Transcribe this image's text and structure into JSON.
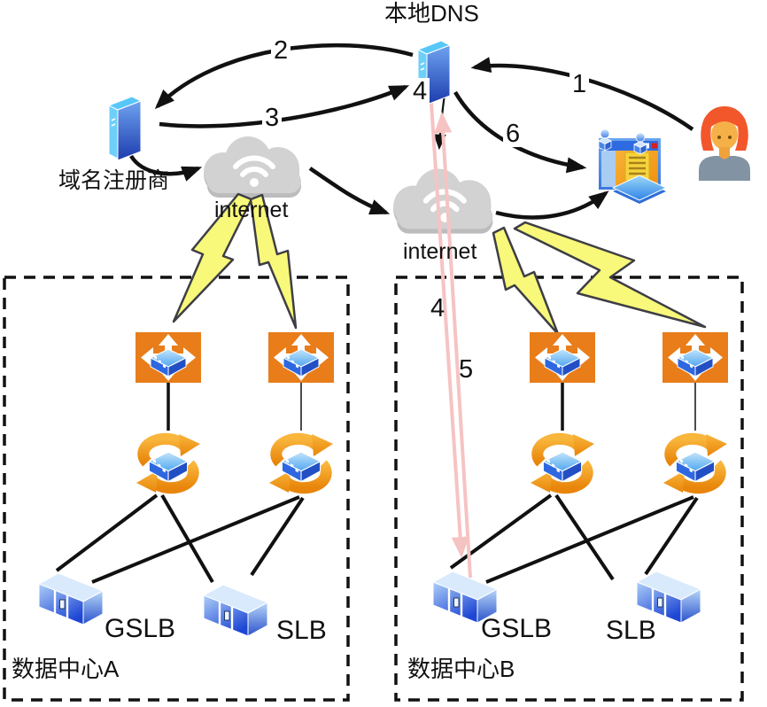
{
  "diagram": {
    "title": "本地DNS",
    "labels": {
      "local_dns": "本地DNS",
      "registrar": "域名注册商",
      "internet_left": "internet",
      "internet_right": "internet",
      "datacenter_a": "数据中心A",
      "datacenter_b": "数据中心B",
      "gslb_a": "GSLB",
      "slb_a": "SLB",
      "gslb_b": "GSLB",
      "slb_b": "SLB"
    },
    "steps": {
      "step1": "1",
      "step2": "2",
      "step3": "3",
      "step4_at_dns": "4",
      "step4_at_dc": "4",
      "step5": "5",
      "step6": "6"
    },
    "colors": {
      "arrow_black": "#111111",
      "pink_flow": "#f6c3c3",
      "cloud_gray": "#d2d2d2",
      "router_orange": "#e87d1a",
      "switch_orange": "#f29b1d",
      "device_blue_dark": "#1c3cae",
      "device_blue_light": "#4fc3f7",
      "bolt_yellow": "#f8f87a"
    }
  }
}
